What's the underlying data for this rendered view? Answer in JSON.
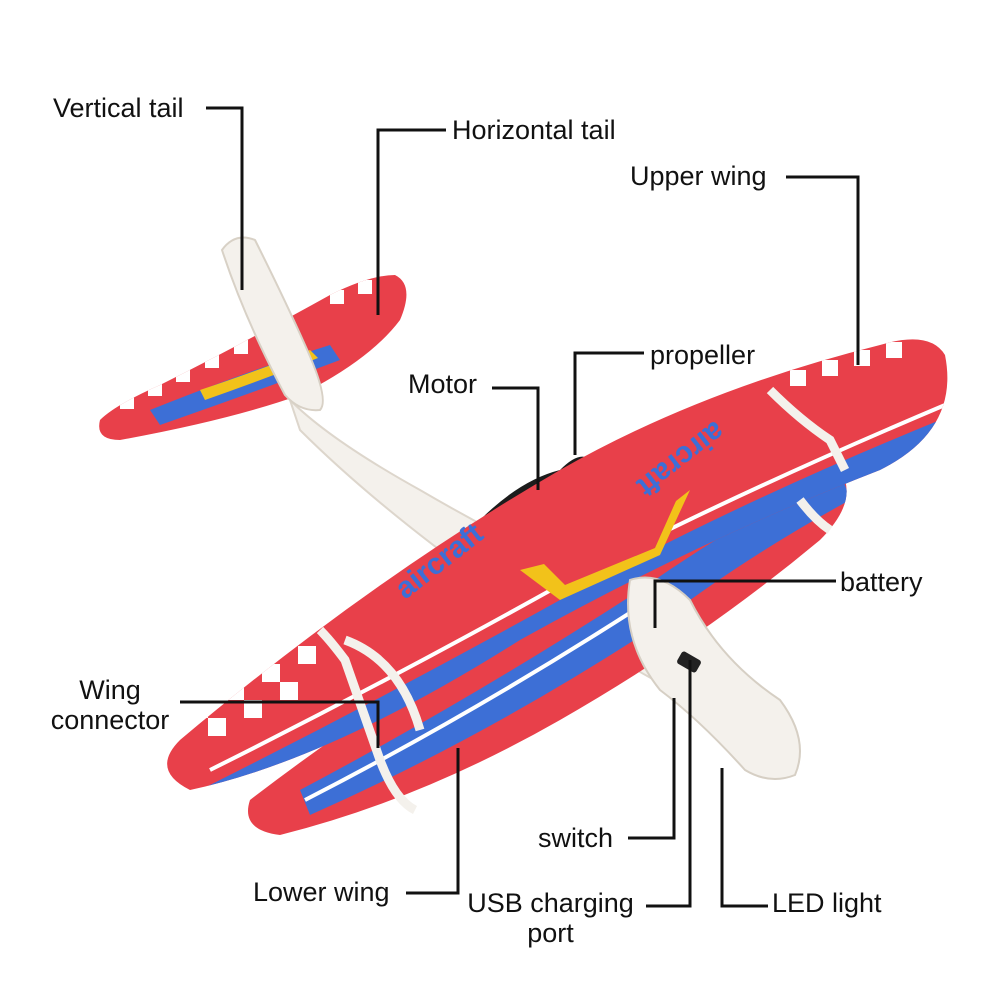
{
  "labels": {
    "vertical_tail": "Vertical tail",
    "horizontal_tail": "Horizontal tail",
    "upper_wing": "Upper wing",
    "propeller": "propeller",
    "motor": "Motor",
    "battery": "battery",
    "wing_connector_line1": "Wing",
    "wing_connector_line2": "connector",
    "switch": "switch",
    "lower_wing": "Lower wing",
    "usb_line1": "USB charging",
    "usb_line2": "port",
    "led_light": "LED light"
  },
  "product": {
    "wing_text": "aircraft"
  },
  "colors": {
    "wing_red": "#e8404a",
    "wing_blue": "#3d6fd6",
    "accent_yellow": "#f2c21a",
    "foam_white": "#f4f1ec",
    "leader_line": "#111111"
  }
}
